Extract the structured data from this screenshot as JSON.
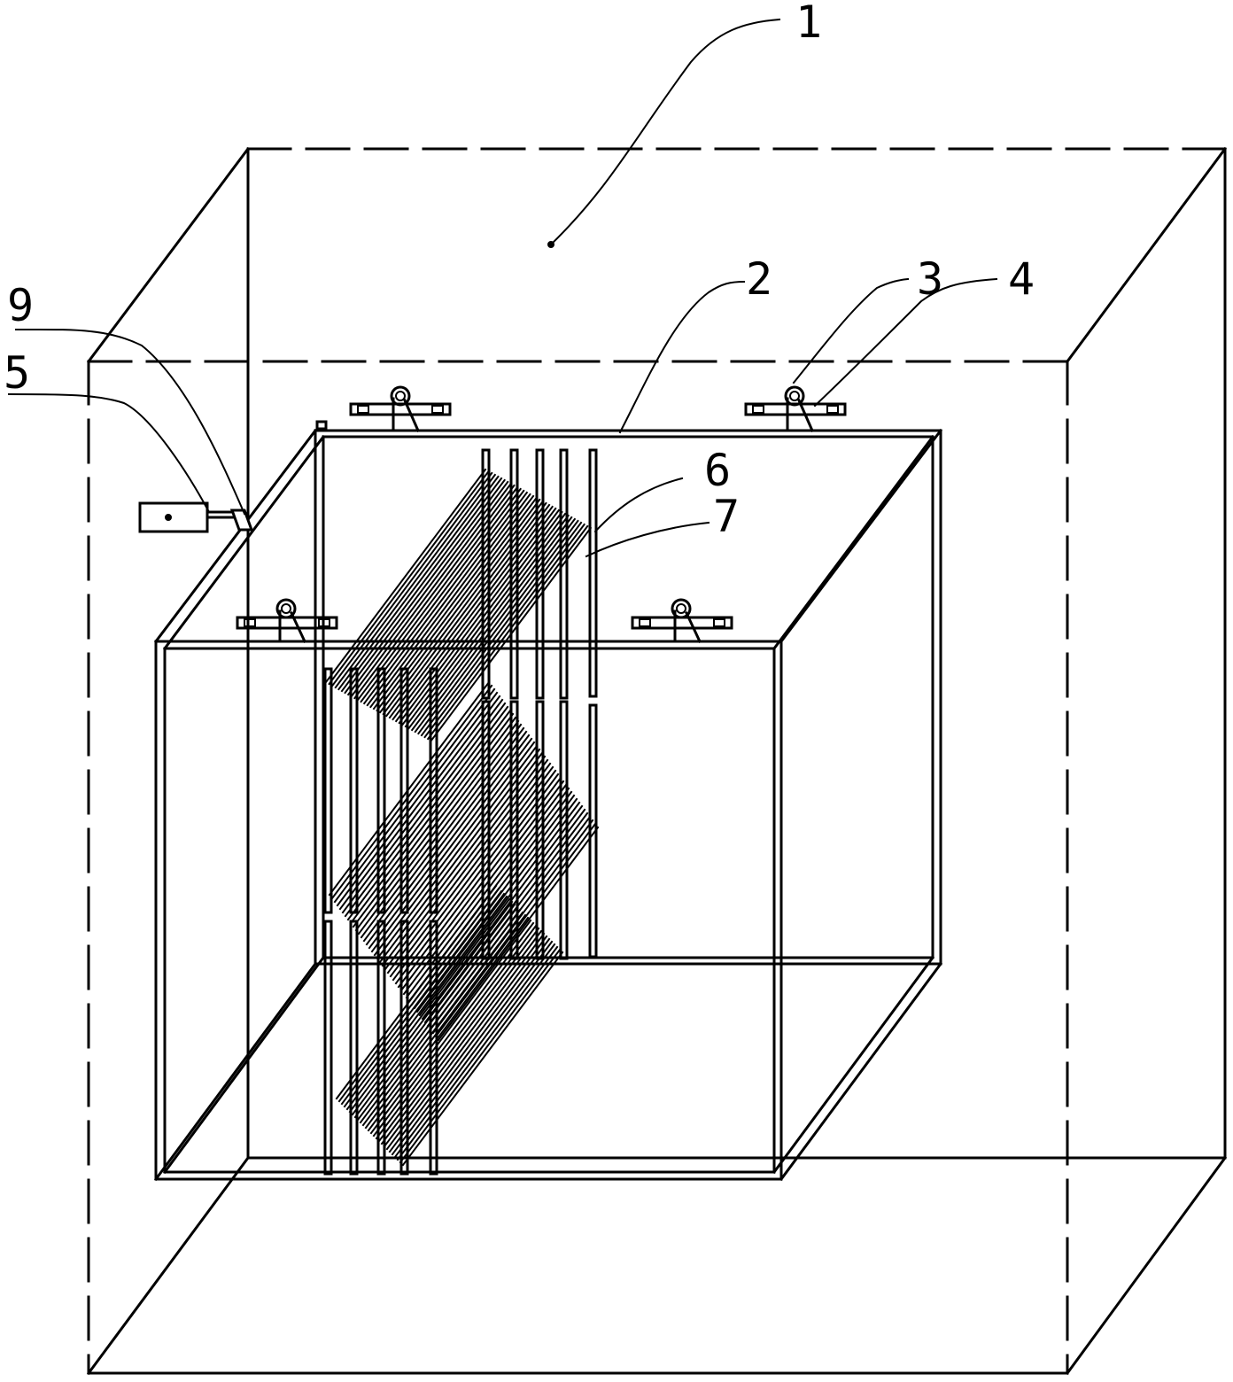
{
  "labels": {
    "l1": "1",
    "l2": "2",
    "l3": "3",
    "l4": "4",
    "l5": "5",
    "l6": "6",
    "l7": "7",
    "l9": "9"
  },
  "colors": {
    "line": "#000000",
    "background": "#ffffff"
  },
  "components": {
    "outer_frame": "dashed-box",
    "inner_cage": "rectangular-frame",
    "hangers": 4,
    "vertical_rods_per_group": 5,
    "panel_groups": 2
  }
}
